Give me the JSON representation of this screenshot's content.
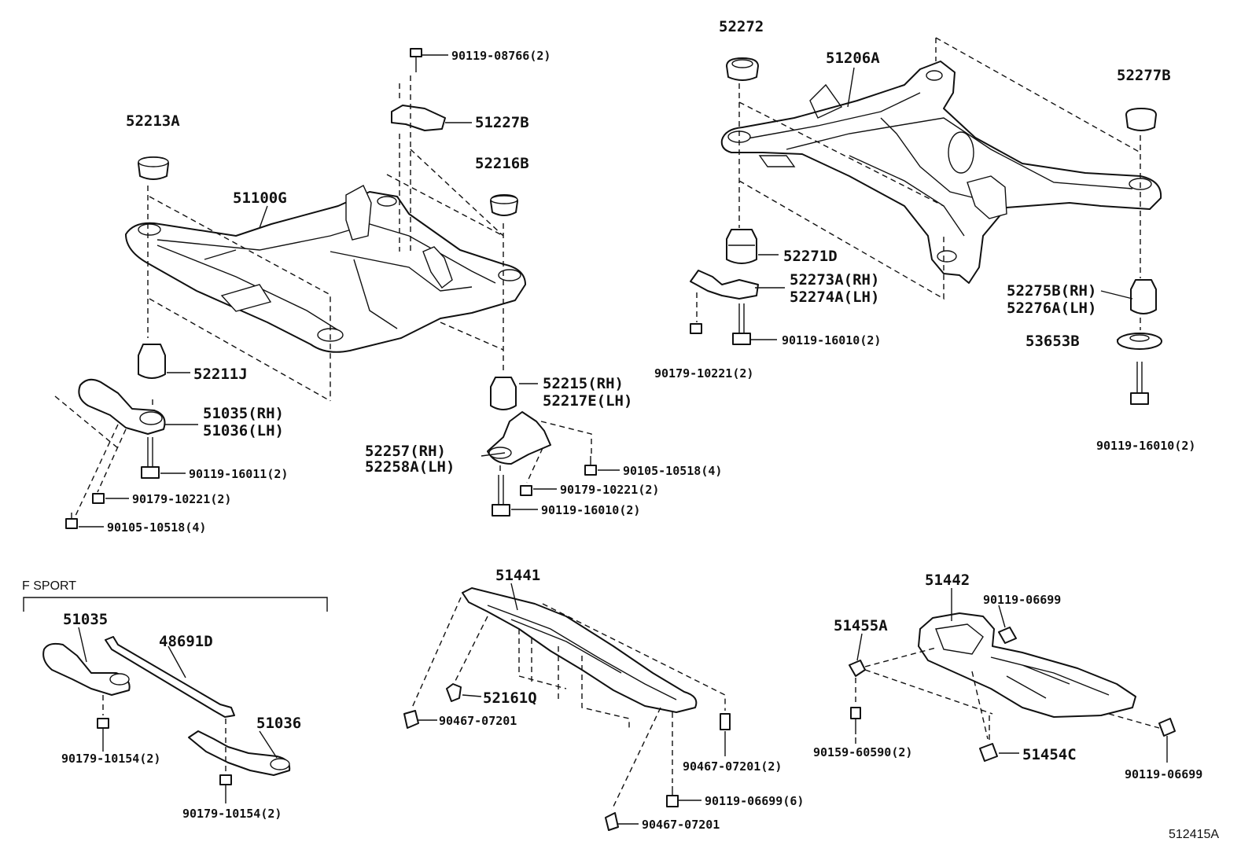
{
  "colors": {
    "line": "#111111",
    "background": "#ffffff"
  },
  "front_crossmember": {
    "labels": {
      "p52213A": "52213A",
      "p51100G": "51100G",
      "p90119_08766": "90119-08766(2)",
      "p51227B": "51227B",
      "p52216B": "52216B",
      "p52211J": "52211J",
      "p51035_rh": "51035(RH)",
      "p51036_lh": "51036(LH)",
      "p90119_16011": "90119-16011(2)",
      "p90179_10221_a": "90179-10221(2)",
      "p90105_10518_a": "90105-10518(4)",
      "p52215_rh": "52215(RH)",
      "p52217E_lh": "52217E(LH)",
      "p52257_rh": "52257(RH)",
      "p52258A_lh": "52258A(LH)",
      "p90105_10518_b": "90105-10518(4)",
      "p90179_10221_b": "90179-10221(2)",
      "p90119_16010_a": "90119-16010(2)"
    }
  },
  "rear_crossmember": {
    "labels": {
      "p52272": "52272",
      "p51206A": "51206A",
      "p52277B": "52277B",
      "p52271D": "52271D",
      "p52273A_rh": "52273A(RH)",
      "p52274A_lh": "52274A(LH)",
      "p90119_16010_b": "90119-16010(2)",
      "p90179_10221_c": "90179-10221(2)",
      "p52275B_rh": "52275B(RH)",
      "p52276A_lh": "52276A(LH)",
      "p53653B": "53653B",
      "p90119_16010_c": "90119-16010(2)"
    }
  },
  "f_sport": {
    "title": "F SPORT",
    "labels": {
      "p51035": "51035",
      "p48691D": "48691D",
      "p51036": "51036",
      "p90179_10154_a": "90179-10154(2)",
      "p90179_10154_b": "90179-10154(2)"
    }
  },
  "under_cover_front": {
    "labels": {
      "p51441": "51441",
      "p52161Q": "52161Q",
      "p90467_07201_a": "90467-07201",
      "p90467_07201_b": "90467-07201(2)",
      "p90119_06699_a": "90119-06699(6)",
      "p90467_07201_c": "90467-07201"
    }
  },
  "under_cover_rear": {
    "labels": {
      "p51442": "51442",
      "p90119_06699_b": "90119-06699",
      "p51455A": "51455A",
      "p90159_60590": "90159-60590(2)",
      "p51454C": "51454C",
      "p90119_06699_c": "90119-06699"
    }
  },
  "figure_code": "512415A"
}
